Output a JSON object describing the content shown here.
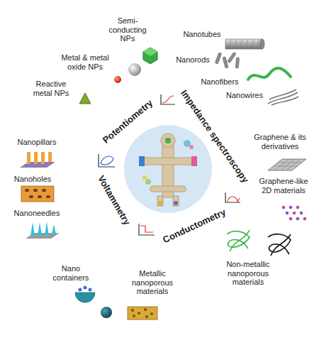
{
  "diagram": {
    "nodes": [
      {
        "text": [
          "Semi-conducting NPs",
          "Metal & metal oxide NPs",
          "Reactive metal NPs"
        ]
      },
      {
        "text": [
          "Nanotubes",
          "Nanorods",
          "Nanofibers",
          "Nanowires"
        ]
      },
      {
        "text": [
          "Nanopillars",
          "Nanoholes",
          "Nanoneedles"
        ]
      },
      {
        "text": [
          "Graphene & its derivatives",
          "Graphene-like 2D materials"
        ]
      },
      {
        "text": [
          "Nano containers",
          "Metallic nanoporous materials",
          "Non-metallic nanoporous materials"
        ]
      }
    ],
    "labels": [
      "Potentiometry",
      "Impedance spectroscopy",
      "Voltammetry",
      "Conductometry"
    ]
  }
}
